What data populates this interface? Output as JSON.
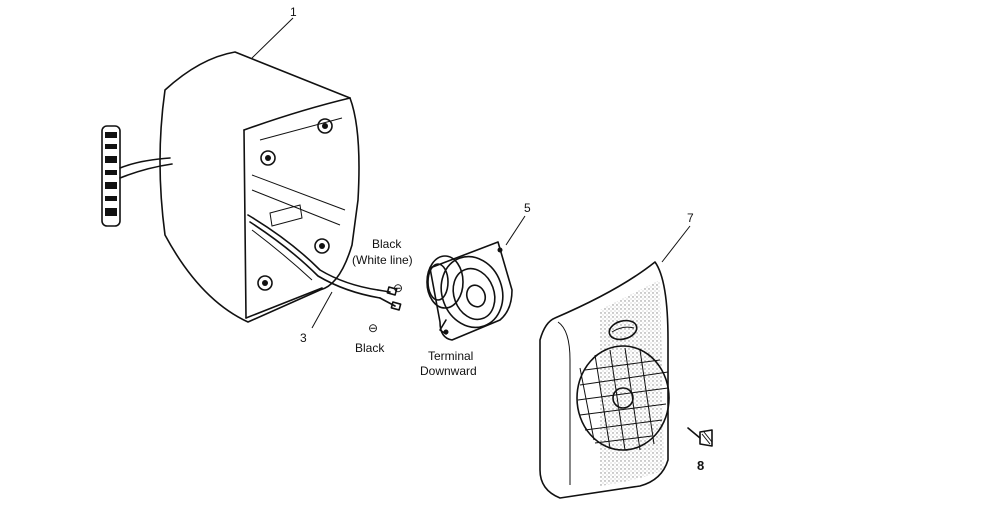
{
  "parts": [
    {
      "id": "part-1",
      "number": "1"
    },
    {
      "id": "part-3",
      "number": "3"
    },
    {
      "id": "part-5",
      "number": "5"
    },
    {
      "id": "part-7",
      "number": "7"
    },
    {
      "id": "part-8",
      "number": "8"
    }
  ],
  "labels": {
    "black_white_line_1": "Black",
    "black_white_line_2": "(White line)",
    "black": "Black",
    "terminal_1": "Terminal",
    "terminal_2": "Downward",
    "minus_sign": "⊖"
  },
  "colors": {
    "ink": "#111111",
    "paper": "#ffffff"
  }
}
